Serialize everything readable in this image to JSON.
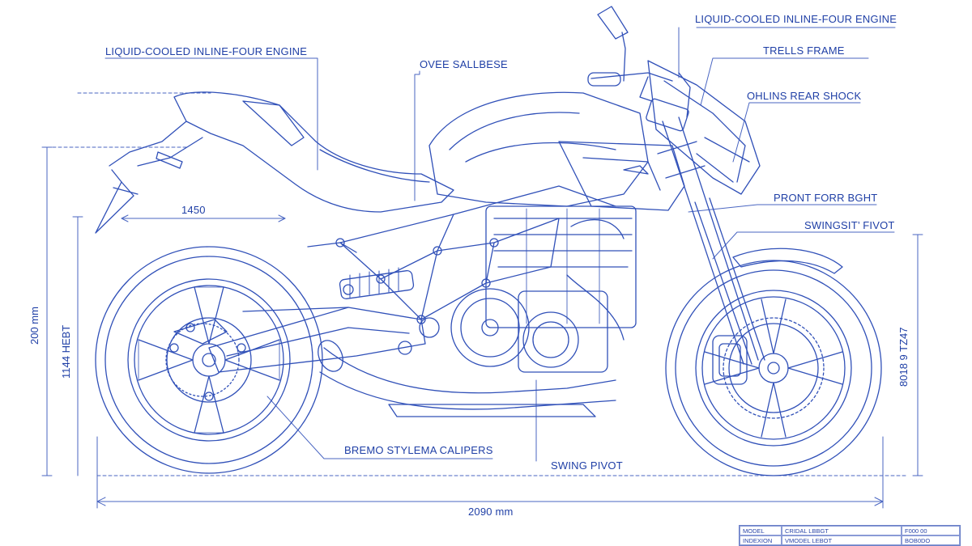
{
  "callouts": {
    "engine_left": "LIQUID-COOLED INLINE-FOUR ENGINE",
    "seat": "OVEE SALLBESE",
    "engine_right": "LIQUID-COOLED INLINE-FOUR ENGINE",
    "frame": "TRELLS FRAME",
    "shock": "OHLINS REAR SHOCK",
    "fork": "PRONT FORR BGHT",
    "swingarm_pivot_right": "SWINGSIT’ FIVOT",
    "calipers": "BREMO STYLEMA CALIPERS",
    "swing_pivot": "SWING PIVOT"
  },
  "dimensions": {
    "wheelbase_upper": "1450",
    "overall_length": "2090 mm",
    "overall_height": "200 mm",
    "seat_height": "1144 HEBT",
    "right_height": "8018 9 TZ47"
  },
  "title_block": {
    "r1c1": "MODEL",
    "r1c2": "CRIDAL LBBGT",
    "r1c3": "F000 00",
    "r2c1": "INDEXION",
    "r2c2": "VMODEL LEBOT",
    "r2c3": "BOB0DO"
  },
  "colors": {
    "ink": "#1f3fa6",
    "line": "#3050b8",
    "paper": "#ffffff"
  }
}
